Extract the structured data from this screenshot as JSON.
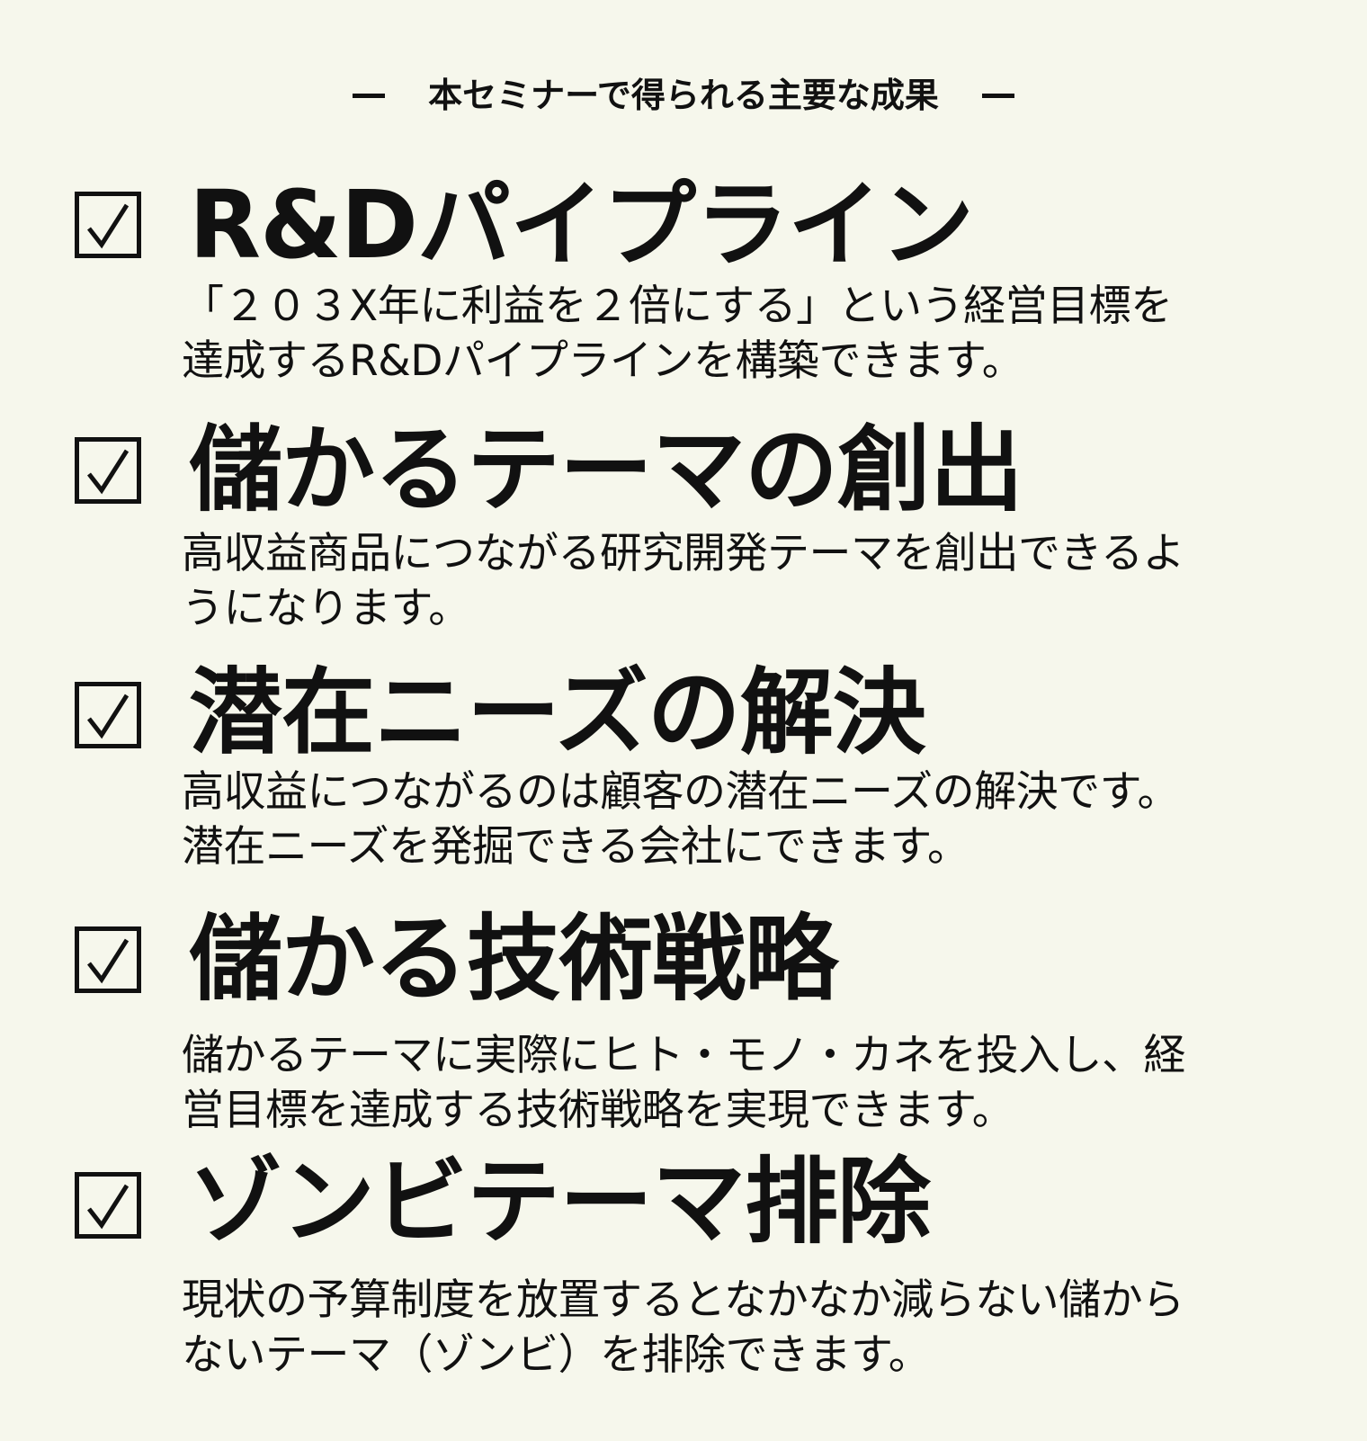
{
  "header": {
    "title": "本セミナーで得られる主要な成果"
  },
  "items": [
    {
      "title": "R&Dパイプライン",
      "desc_lines": [
        "「２０３X年に利益を２倍にする」という経営目標を",
        "達成するR&Dパイプラインを構築できます。"
      ]
    },
    {
      "title": "儲かるテーマの創出",
      "desc_lines": [
        "高収益商品につながる研究開発テーマを創出できるよ",
        "うになります。"
      ]
    },
    {
      "title": "潜在ニーズの解決",
      "desc_lines": [
        "高収益につながるのは顧客の潜在ニーズの解決です。",
        "潜在ニーズを発掘できる会社にできます。"
      ]
    },
    {
      "title": "儲かる技術戦略",
      "desc_lines": [
        "儲かるテーマに実際にヒト・モノ・カネを投入し、経",
        "営目標を達成する技術戦略を実現できます。"
      ]
    },
    {
      "title": "ゾンビテーマ排除",
      "desc_lines": [
        "現状の予算制度を放置するとなかなか減らない儲から",
        "ないテーマ（ゾンビ）を排除できます。"
      ]
    }
  ]
}
